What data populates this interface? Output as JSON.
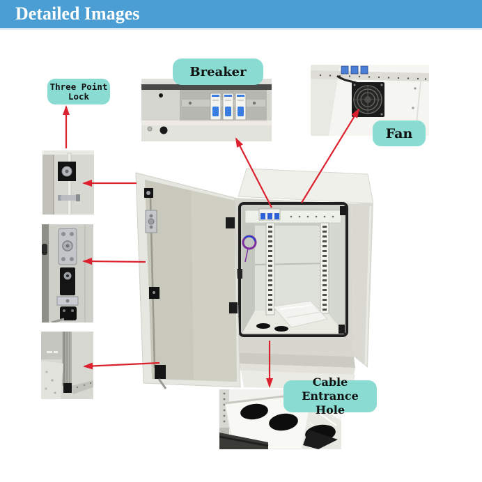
{
  "header": {
    "title": "Detailed Images"
  },
  "callouts": {
    "three_point_lock": {
      "line1": "Three Point",
      "line2": "Lock"
    },
    "breaker": {
      "label": "Breaker"
    },
    "fan": {
      "label": "Fan"
    },
    "cable_entrance_hole": {
      "line1": "Cable Entrance",
      "line2": "Hole"
    }
  },
  "colors": {
    "header_bg": "#4a9ed3",
    "header_text": "#ffffff",
    "callout_bg": "#8adcd2",
    "callout_text": "#111111",
    "arrow_red": "#dc202e",
    "page_bg": "#ffffff"
  }
}
